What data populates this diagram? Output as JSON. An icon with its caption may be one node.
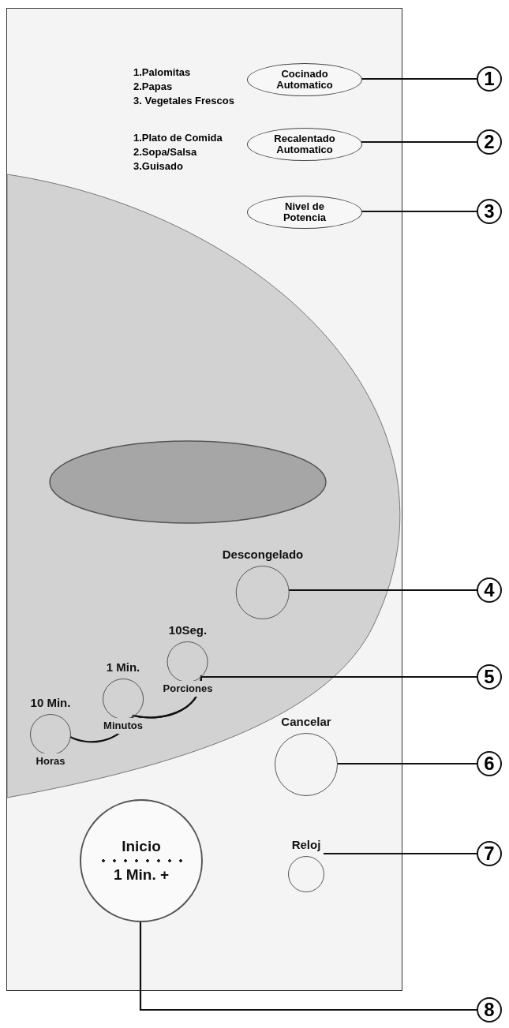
{
  "diagram": {
    "nodes": [
      {
        "text": [],
        "shape": "box"
      },
      {
        "text": [
          "Cocinado Automatico"
        ],
        "beside": [
          "1.Palomitas",
          "2.Papas",
          "3. Vegetales Frescos"
        ],
        "in": 0
      },
      {
        "text": [
          "Recalentado Automatico"
        ],
        "beside": [
          "1.Plato de Comida",
          "2.Sopa/Salsa",
          "3.Guisado"
        ],
        "in": 0
      },
      {
        "text": [
          "Nivel de Potencia"
        ],
        "in": 0
      },
      {
        "text": [
          "Descongelado"
        ],
        "in": 0
      },
      {
        "text": [
          "10 Min.",
          "Horas"
        ],
        "in": 0
      },
      {
        "text": [
          "1 Min.",
          "Minutos"
        ],
        "in": 0
      },
      {
        "text": [
          "10Seg.",
          "Porciones"
        ],
        "in": 0
      },
      {
        "text": [
          "Cancelar"
        ],
        "in": 0
      },
      {
        "text": [
          "Inicio",
          "1 Min. +"
        ],
        "in": 0
      },
      {
        "text": [
          "Reloj"
        ],
        "in": 0
      },
      {
        "text": [
          "1"
        ]
      },
      {
        "text": [
          "2"
        ]
      },
      {
        "text": [
          "3"
        ]
      },
      {
        "text": [
          "4"
        ]
      },
      {
        "text": [
          "5"
        ]
      },
      {
        "text": [
          "6"
        ]
      },
      {
        "text": [
          "7"
        ]
      },
      {
        "text": [
          "8"
        ]
      }
    ],
    "edges": [
      {
        "from": 11,
        "to": 1,
        "arrow": "none"
      },
      {
        "from": 12,
        "to": 2,
        "arrow": "none"
      },
      {
        "from": 13,
        "to": 3,
        "arrow": "none"
      },
      {
        "from": 14,
        "to": 4,
        "arrow": "none"
      },
      {
        "from": 15,
        "to": 5,
        "arrow": "none"
      },
      {
        "from": 15,
        "to": 6,
        "arrow": "none"
      },
      {
        "from": 15,
        "to": 7,
        "arrow": "none"
      },
      {
        "from": 16,
        "to": 8,
        "arrow": "none"
      },
      {
        "from": 17,
        "to": 10,
        "arrow": "none"
      },
      {
        "from": 18,
        "to": 9,
        "arrow": "none"
      }
    ]
  }
}
